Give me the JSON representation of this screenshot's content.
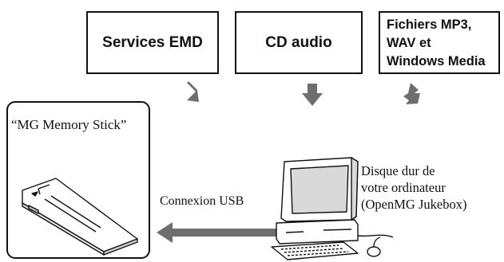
{
  "sources": {
    "emd": "Services EMD",
    "cd": "CD audio",
    "files": [
      "Fichiers MP3,",
      "WAV et",
      "Windows Media"
    ]
  },
  "memory_stick_label": "“MG Memory Stick”",
  "connection_label": "Connexion USB",
  "computer_label": [
    "Disque dur de",
    "votre ordinateur",
    "(OpenMG Jukebox)"
  ],
  "colors": {
    "arrow": "#6e6e6e",
    "outline": "#111111",
    "screen": "#d9d9d9"
  }
}
